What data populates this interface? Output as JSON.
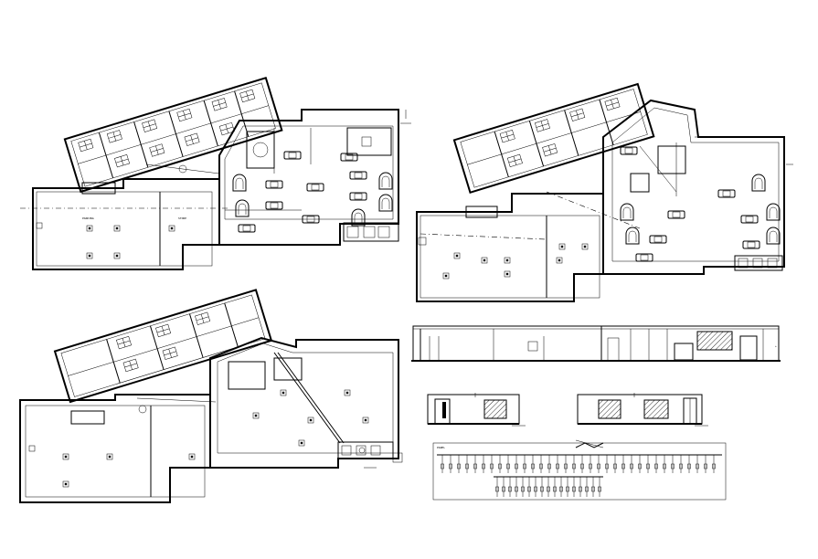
{
  "drawing": {
    "sheet_background": "#ffffff",
    "line_color": "#000000",
    "views": [
      {
        "id": "floor-plan-top-left",
        "kind": "floor-plan"
      },
      {
        "id": "floor-plan-top-right",
        "kind": "floor-plan"
      },
      {
        "id": "floor-plan-bottom-left",
        "kind": "floor-plan"
      },
      {
        "id": "section-elevation",
        "kind": "elevation"
      },
      {
        "id": "elevation-detail-left",
        "kind": "elevation"
      },
      {
        "id": "elevation-detail-right",
        "kind": "elevation"
      },
      {
        "id": "electrical-schedule",
        "kind": "schematic"
      }
    ]
  }
}
